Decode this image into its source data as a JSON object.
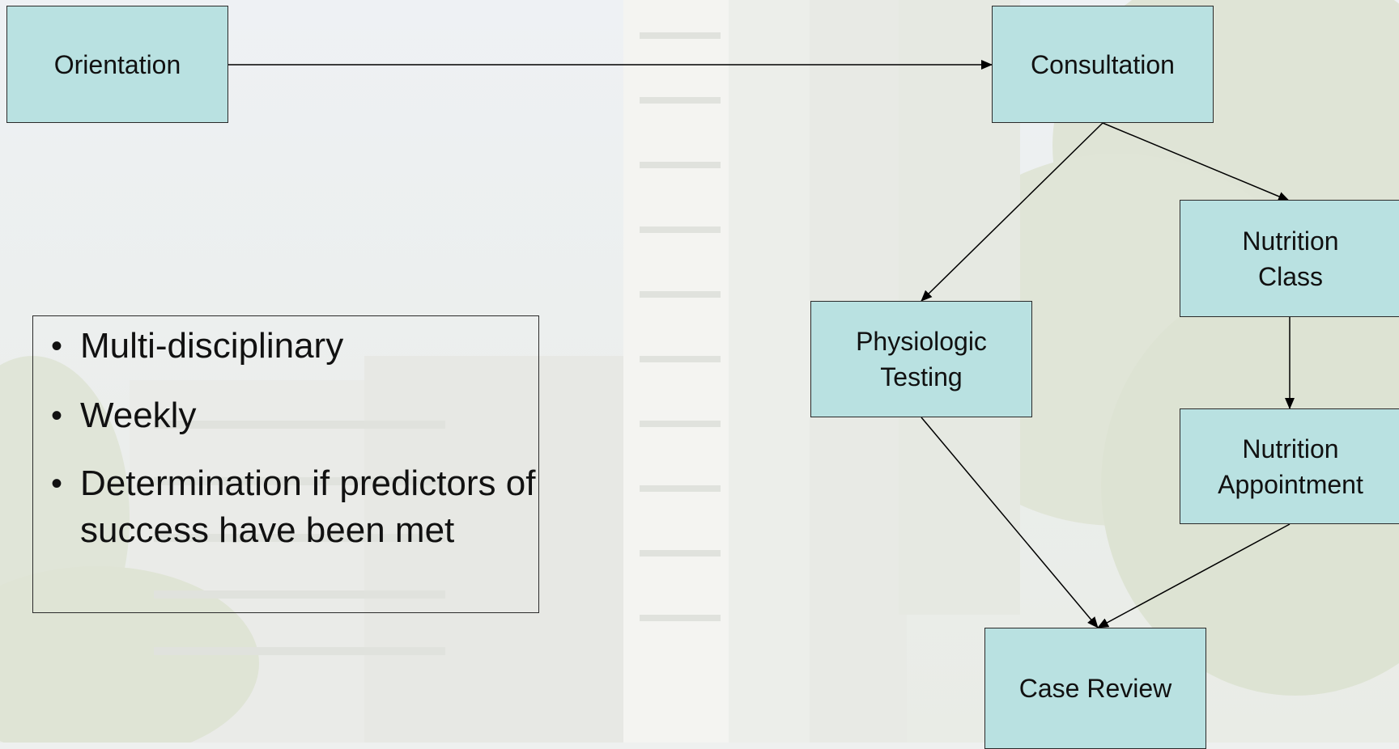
{
  "nodes": {
    "orientation": "Orientation",
    "consultation": "Consultation",
    "nutrition_class": "Nutrition\nClass",
    "physiologic_testing": "Physiologic\nTesting",
    "nutrition_appointment": "Nutrition\nAppointment",
    "case_review": "Case Review"
  },
  "bullets": [
    "Multi-disciplinary",
    "Weekly",
    "Determination if predictors of success have been met"
  ],
  "edges": [
    {
      "from": "orientation",
      "to": "consultation"
    },
    {
      "from": "consultation",
      "to": "physiologic_testing"
    },
    {
      "from": "consultation",
      "to": "nutrition_class"
    },
    {
      "from": "nutrition_class",
      "to": "nutrition_appointment"
    },
    {
      "from": "physiologic_testing",
      "to": "case_review"
    },
    {
      "from": "nutrition_appointment",
      "to": "case_review"
    }
  ],
  "colors": {
    "node_fill": "#b9e1e1",
    "node_border": "#2a2a2a",
    "arrow": "#000000"
  }
}
